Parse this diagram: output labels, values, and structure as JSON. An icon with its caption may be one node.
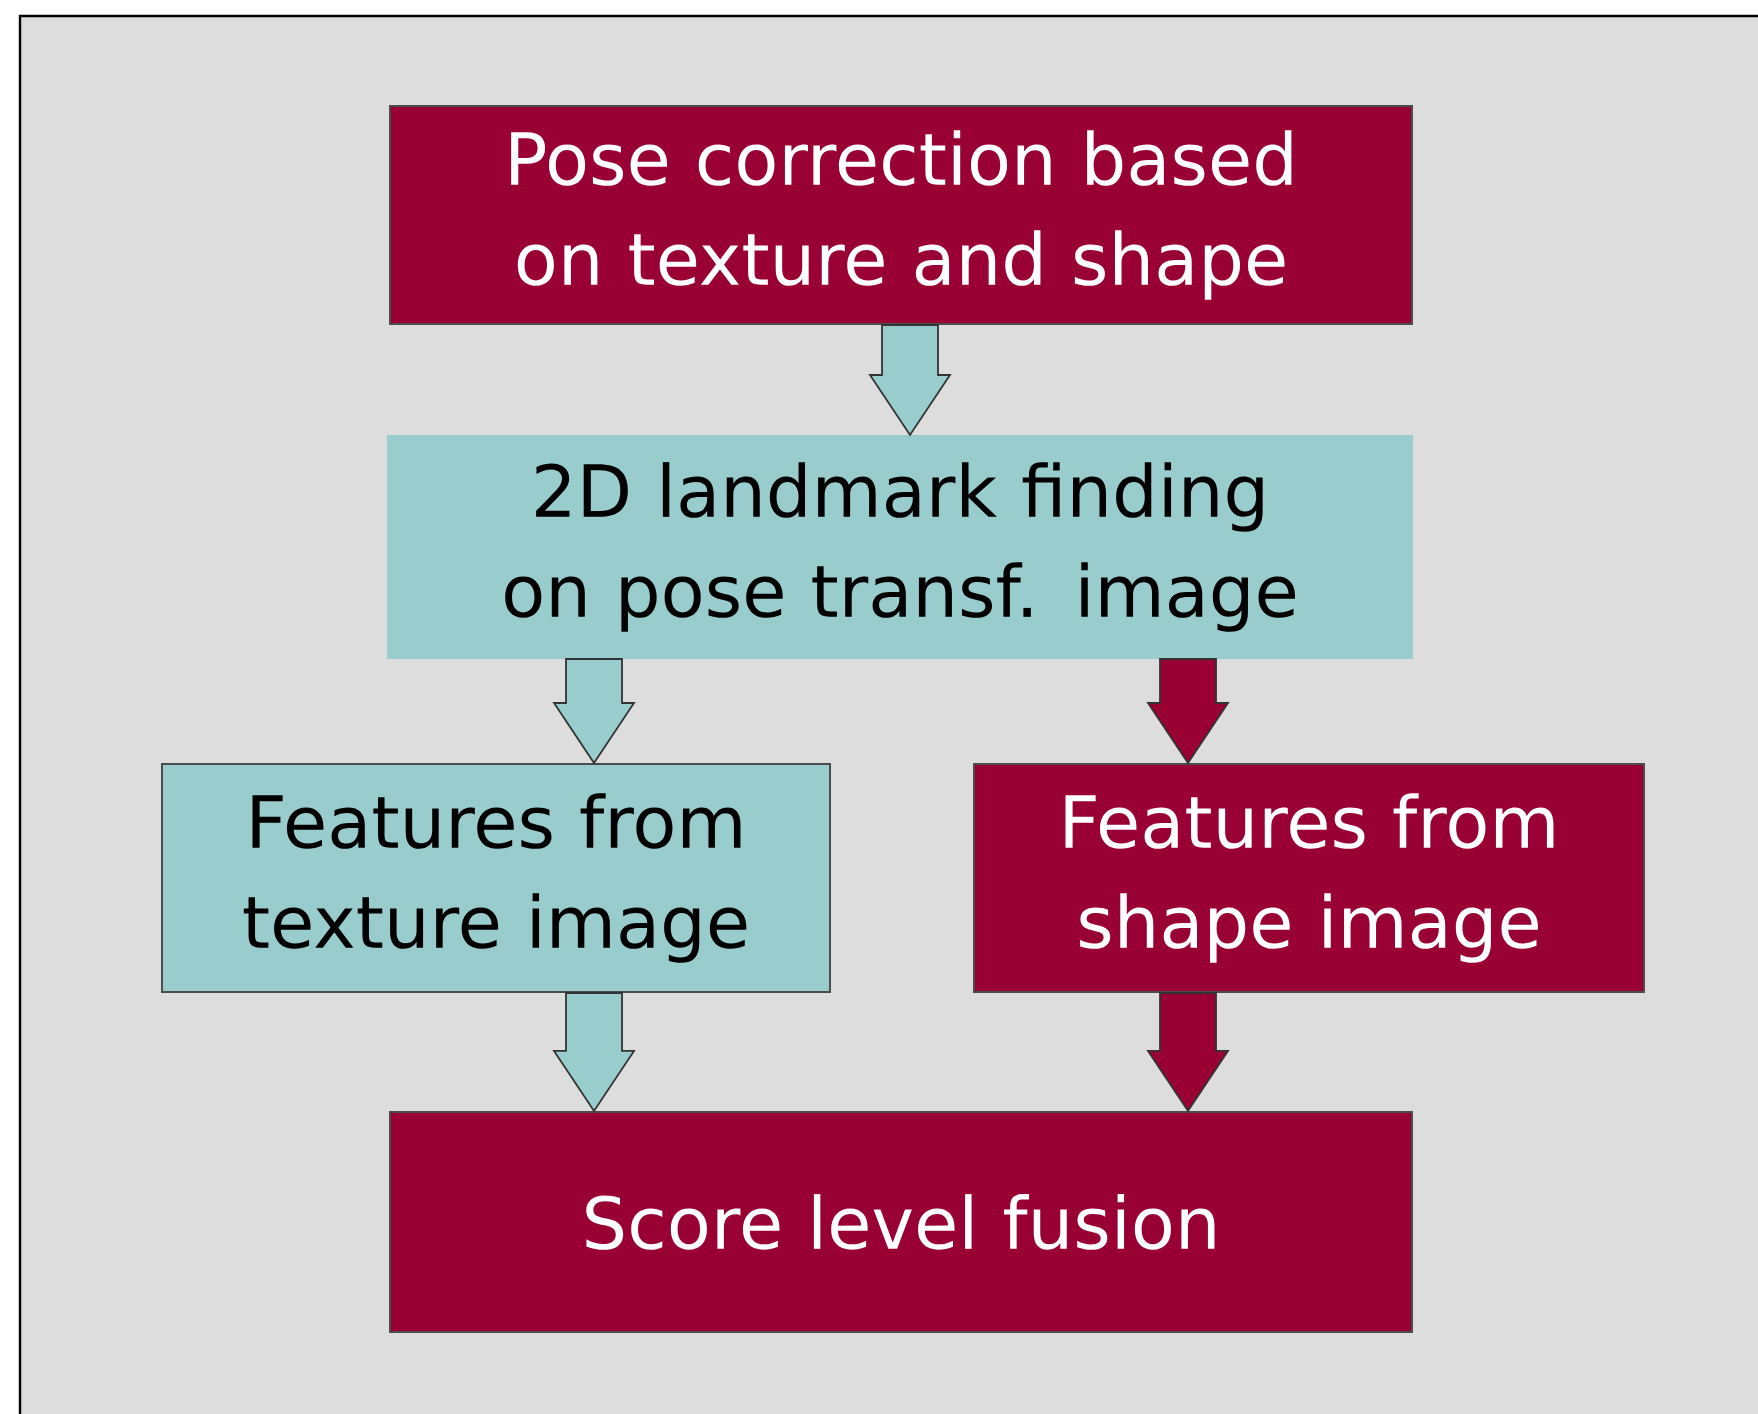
{
  "diagram": {
    "nodes": [
      {
        "text": [
          "Pose correction based on texture and shape"
        ]
      },
      {
        "text": [
          "2D landmark finding on pose transf. image"
        ]
      },
      {
        "text": [
          "Features from texture image"
        ]
      },
      {
        "text": [
          "Features from shape image"
        ]
      },
      {
        "text": [
          "Score level fusion"
        ]
      }
    ],
    "edges": [
      {
        "from": 0,
        "to": 1,
        "arrow": "to"
      },
      {
        "from": 1,
        "to": 2,
        "arrow": "to"
      },
      {
        "from": 1,
        "to": 3,
        "arrow": "to",
        "color": "#990033"
      },
      {
        "from": 2,
        "to": 4,
        "arrow": "to"
      },
      {
        "from": 3,
        "to": 4,
        "arrow": "to",
        "color": "#990033"
      }
    ]
  }
}
